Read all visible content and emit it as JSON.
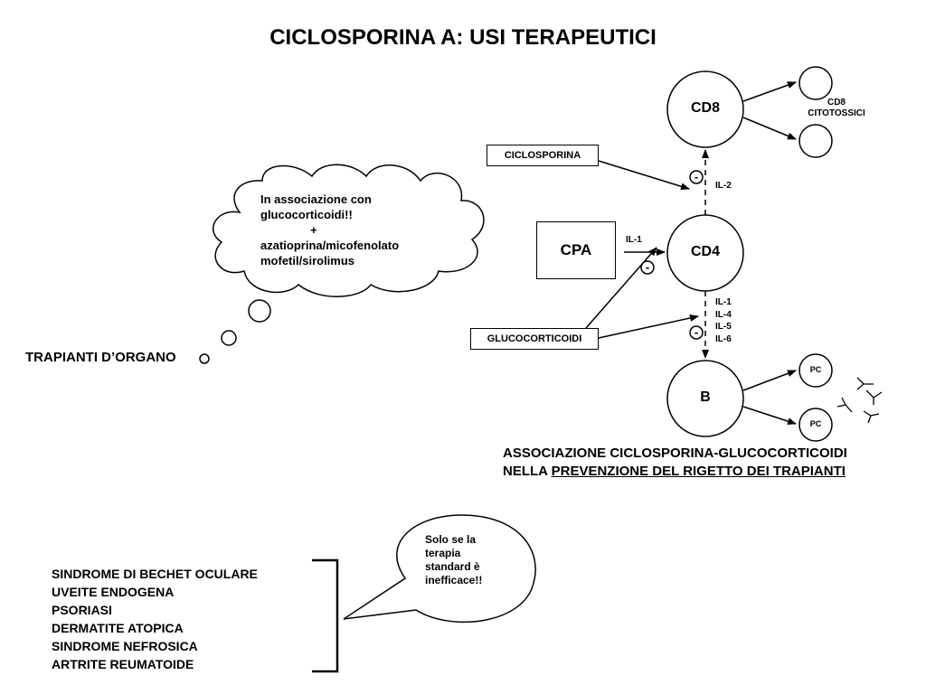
{
  "title": "CICLOSPORINA A: USI TERAPEUTICI",
  "cloud": {
    "line1": "In associazione con",
    "line2": "glucocorticoidi!!",
    "line3": "+",
    "line4": "azatioprina/micofenolato",
    "line5": "mofetil/sirolimus"
  },
  "trapianti_label": "TRAPIANTI D’ORGANO",
  "boxes": {
    "ciclosporina": "CICLOSPORINA",
    "glucocorticoidi": "GLUCOCORTICOIDI",
    "cpa": "CPA"
  },
  "cells": {
    "cd8": "CD8",
    "cd4": "CD4",
    "b": "B",
    "cd8_cytotoxic_line1": "CD8",
    "cd8_cytotoxic_line2": "CITOTOSSICI",
    "pc_top": "PC",
    "pc_bottom": "PC"
  },
  "signals": {
    "il2": "IL-2",
    "il1_cpa": "IL-1",
    "inhibit_symbol": "-",
    "il_list": [
      "IL-1",
      "IL-4",
      "IL-5",
      "IL-6"
    ]
  },
  "association": {
    "line1": "ASSOCIAZIONE CICLOSPORINA-GLUCOCORTICOIDI",
    "line2_prefix": "NELLA ",
    "line2_underlined": "PREVENZIONE DEL RIGETTO DEI TRAPIANTI"
  },
  "diseases": [
    "SINDROME DI BECHET OCULARE",
    "UVEITE ENDOGENA",
    "PSORIASI",
    "DERMATITE ATOPICA",
    "SINDROME NEFROSICA",
    "ARTRITE REUMATOIDE"
  ],
  "bubble": {
    "line1": "Solo se la",
    "line2": "terapia",
    "line3": "standard è",
    "line4": "inefficace!!"
  }
}
